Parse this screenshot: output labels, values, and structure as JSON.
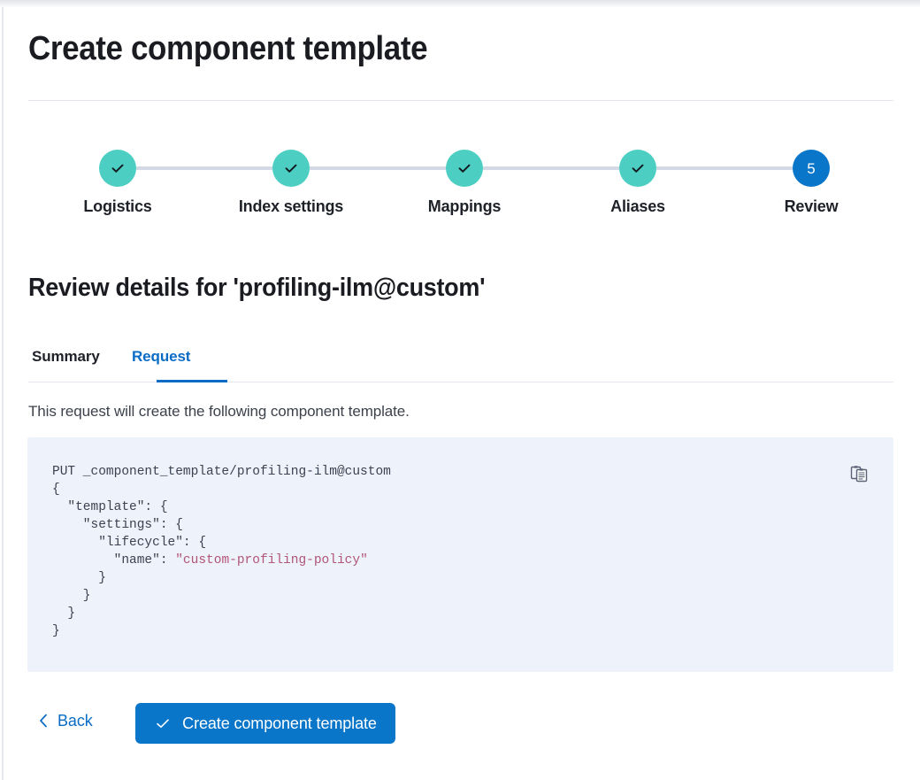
{
  "page": {
    "title": "Create component template"
  },
  "stepper": {
    "steps": [
      {
        "label": "Logistics",
        "state": "done",
        "marker": "check"
      },
      {
        "label": "Index settings",
        "state": "done",
        "marker": "check"
      },
      {
        "label": "Mappings",
        "state": "done",
        "marker": "check"
      },
      {
        "label": "Aliases",
        "state": "done",
        "marker": "check"
      },
      {
        "label": "Review",
        "state": "current",
        "marker": "5"
      }
    ],
    "colors": {
      "done": "#4ccfc2",
      "current": "#0a76ca",
      "connector": "#d3dae6"
    }
  },
  "review": {
    "heading": "Review details for 'profiling-ilm@custom'",
    "tabs": [
      {
        "label": "Summary",
        "active": false
      },
      {
        "label": "Request",
        "active": true
      }
    ],
    "description": "This request will create the following component template."
  },
  "request": {
    "method_line": "PUT _component_template/profiling-ilm@custom",
    "body_lines": [
      "{",
      "  \"template\": {",
      "    \"settings\": {",
      "      \"lifecycle\": {",
      "        \"name\": ",
      "      }",
      "    }",
      "  }",
      "}"
    ],
    "lifecycle_name_value": "\"custom-profiling-policy\"",
    "copy_icon": "copy-clipboard-icon",
    "syntax_colors": {
      "text": "#3b4251",
      "string": "#b15579",
      "background": "#eef2fa"
    }
  },
  "footer": {
    "back_label": "Back",
    "back_icon": "chevron-left-icon",
    "submit_label": "Create component template",
    "submit_icon": "check-icon",
    "submit_color": "#0a76ca"
  }
}
